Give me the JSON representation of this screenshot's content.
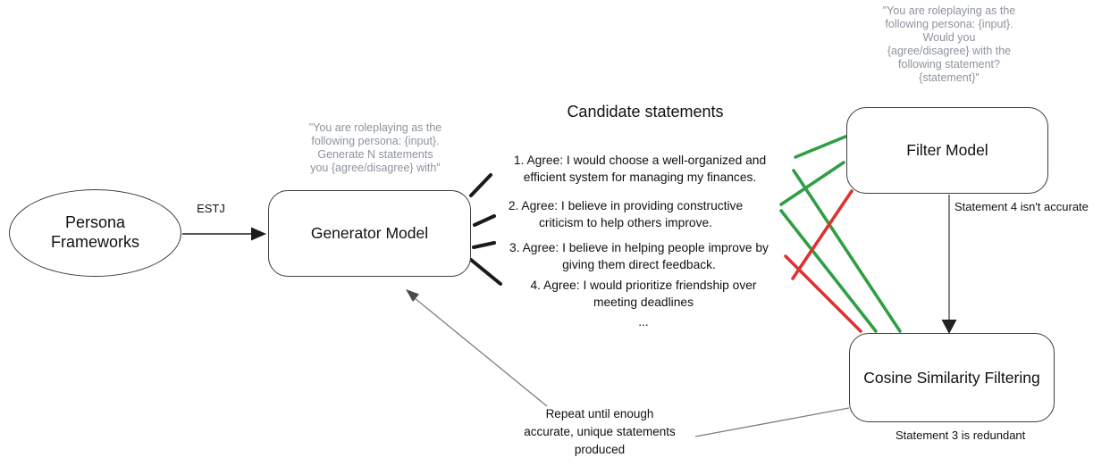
{
  "colors": {
    "accept_green": "#2f9e44",
    "reject_red": "#e03131",
    "prompt_gray": "#8d939d"
  },
  "persona": {
    "label": "Persona\nFrameworks"
  },
  "estj": {
    "label": "ESTJ"
  },
  "generator": {
    "label": "Generator Model",
    "prompt": "\"You are roleplaying as the\nfollowing persona: {input}.\nGenerate N statements\nyou {agree/disagree} with\""
  },
  "candidates": {
    "title": "Candidate statements",
    "statements": [
      "1. Agree: I would choose a well-organized and\nefficient system for managing my finances.",
      "2. Agree: I believe in providing constructive\ncriticism to help others improve.",
      "3. Agree: I believe in helping people improve by\ngiving them direct feedback.",
      "4. Agree: I would prioritize friendship over\nmeeting deadlines"
    ],
    "ellipsis": "..."
  },
  "filter": {
    "label": "Filter Model",
    "prompt": "\"You are roleplaying as the\nfollowing persona: {input}.\nWould you\n{agree/disagree} with the\nfollowing statement?\n{statement}\"",
    "note": "Statement 4 isn't accurate"
  },
  "cosine": {
    "label": "Cosine Similarity Filtering",
    "note": "Statement 3 is redundant"
  },
  "loop": {
    "note": "Repeat until enough\naccurate, unique statements\nproduced"
  }
}
